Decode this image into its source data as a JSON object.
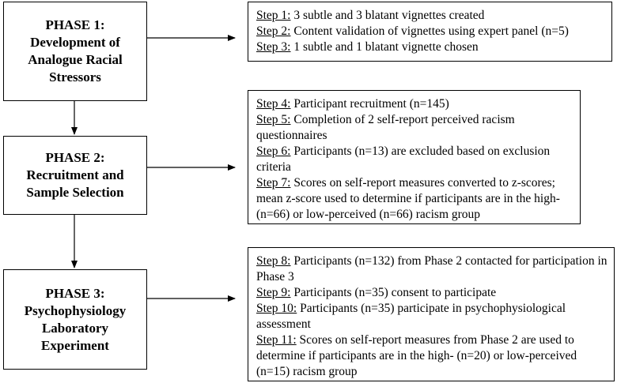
{
  "phases": [
    {
      "lines": [
        "PHASE 1:",
        "Development of",
        "Analogue Racial",
        "Stressors"
      ]
    },
    {
      "lines": [
        "PHASE 2:",
        "Recruitment and",
        "Sample Selection"
      ]
    },
    {
      "lines": [
        "PHASE 3:",
        "Psychophysiology",
        "Laboratory",
        "Experiment"
      ]
    }
  ],
  "step_groups": [
    {
      "steps": [
        {
          "label": "Step 1:",
          "text": " 3 subtle and 3 blatant vignettes created"
        },
        {
          "label": "Step 2:",
          "text": " Content validation of vignettes using expert panel (n=5)"
        },
        {
          "label": "Step 3:",
          "text": " 1 subtle and 1 blatant vignette chosen"
        }
      ]
    },
    {
      "steps": [
        {
          "label": "Step 4:",
          "text": " Participant recruitment (n=145)"
        },
        {
          "label": "Step 5:",
          "text": " Completion of 2 self-report perceived racism questionnaires"
        },
        {
          "label": "Step 6:",
          "text": " Participants (n=13) are excluded based on exclusion criteria"
        },
        {
          "label": "Step 7:",
          "text": " Scores on self-report measures converted to z-scores; mean z-score used to determine if participants are in the high- (n=66) or low-perceived (n=66) racism group"
        }
      ]
    },
    {
      "steps": [
        {
          "label": "Step 8:",
          "text": " Participants (n=132) from Phase 2 contacted for participation in Phase 3"
        },
        {
          "label": "Step 9:",
          "text": " Participants (n=35) consent to participate"
        },
        {
          "label": "Step 10:",
          "text": " Participants (n=35) participate in psychophysiological assessment"
        },
        {
          "label": "Step 11:",
          "text": " Scores on self-report measures from Phase 2 are used to determine if participants are in the high- (n=20) or low-perceived (n=15) racism group"
        }
      ]
    }
  ]
}
